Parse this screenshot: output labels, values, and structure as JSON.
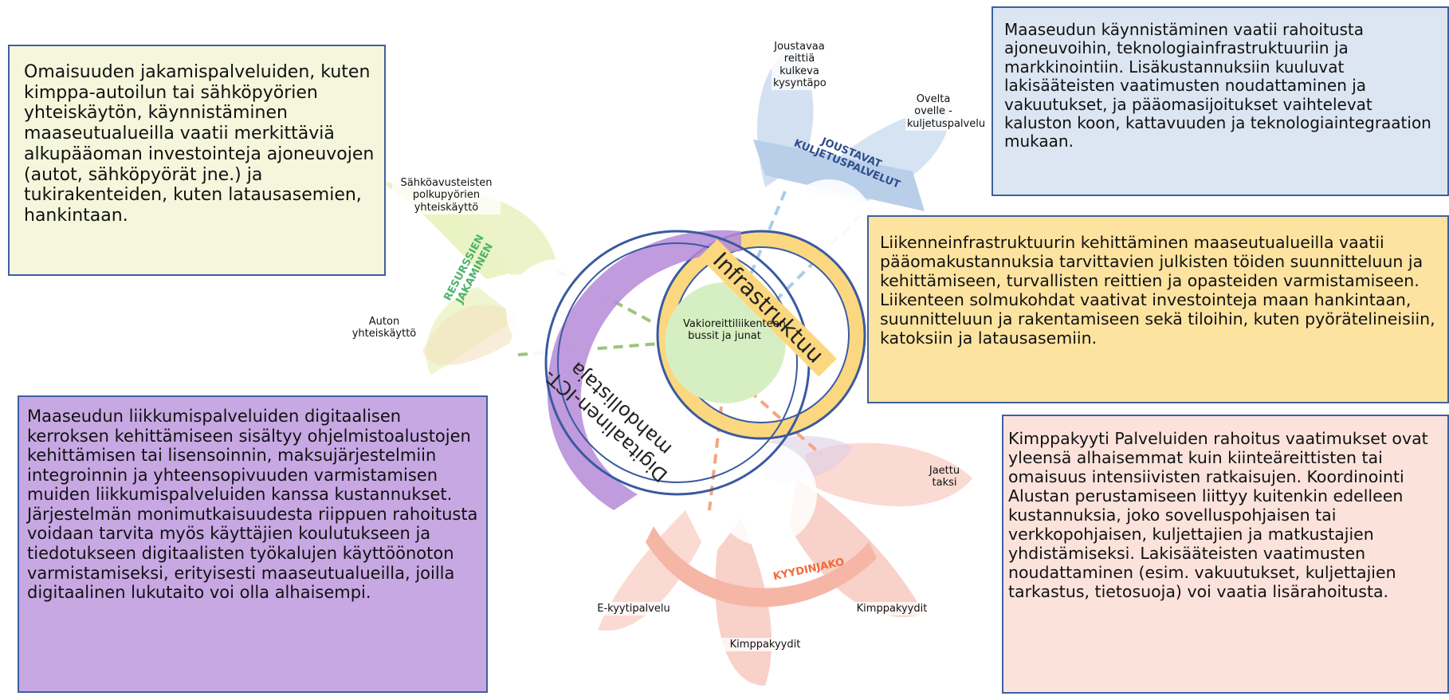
{
  "boxes": {
    "asset_sharing": "Omaisuuden jakamispalveluiden, kuten kimppa-autoilun tai sähköpyörien yhteiskäytön, käynnistäminen maaseutualueilla vaatii merkittäviä alkupääoman investointeja ajoneuvojen (autot, sähköpyörät jne.) ja tukirakenteiden, kuten latausasemien, hankintaan.",
    "flexible_transport": "Maaseudun käynnistäminen vaatii rahoitusta ajoneuvoihin, teknologiainfrastruktuuriin ja markkinointiin. Lisäkustannuksiin kuuluvat lakisääteisten vaatimusten noudattaminen ja vakuutukset, ja pääomasijoitukset vaihtelevat kaluston koon, kattavuuden ja teknologiaintegraation mukaan.",
    "infrastructure": "Liikenneinfrastruktuurin kehittäminen maaseutualueilla vaatii pääomakustannuksia tarvittavien julkisten töiden suunnitteluun ja kehittämiseen, turvallisten reittien ja opasteiden varmistamiseen. Liikenteen solmukohdat vaativat investointeja maan hankintaan, suunnitteluun ja rakentamiseen sekä tiloihin, kuten pyörätelineisiin, katoksiin ja latausasemiin.",
    "digital": "Maaseudun liikkumispalveluiden digitaalisen kerroksen kehittämiseen sisältyy ohjelmistoalustojen kehittämisen tai lisensoinnin, maksujärjestelmiin integroinnin ja yhteensopivuuden varmistamisen muiden liikkumispalveluiden kanssa kustannukset. Järjestelmän monimutkaisuudesta riippuen rahoitusta voidaan tarvita myös käyttäjien koulutukseen ja tiedotukseen digitaalisten työkalujen käyttöönoton varmistamiseksi, erityisesti maaseutualueilla, joilla digitaalinen lukutaito voi olla alhaisempi.",
    "ridesharing": "Kimppakyyti Palveluiden rahoitus vaatimukset ovat yleensä alhaisemmat kuin kiinteäreittisten tai omaisuus intensiivisten ratkaisujen. Koordinointi Alustan perustamiseen liittyy kuitenkin edelleen kustannuksia, joko sovelluspohjaisen tai verkkopohjaisen, kuljettajien ja matkustajien yhdistämiseksi. Lakisääteisten vaatimusten noudattaminen (esim. vakuutukset, kuljettajien tarkastus, tietosuoja) voi vaatia lisärahoitusta."
  },
  "center": {
    "label": "Vakioreittiliikenteen bussit ja junat"
  },
  "rings": {
    "infrastructure": "Infrastruktuu",
    "digital": "Digitaalinen-ICT-mahdollistaja"
  },
  "clusters": {
    "resource_sharing": "RESURSSIEN JAKAMINEN",
    "flexible": "JOUSTAVAT KULJETUSPALVELUT",
    "ridesharing": "KYYDINJAKO"
  },
  "petals": {
    "ebike": "Sähköavusteisten polkupyörien yhteiskäyttö",
    "car_sharing": "Auton yhteiskäyttö",
    "flexible_route": "Joustavaa reittiä kulkeva kysyntäpo",
    "door_to_door": "Ovelta ovelle -kuljetuspalvelu",
    "shared_taxi": "Jaettu taksi",
    "e_ride": "E-kyytipalvelu",
    "carpool_bottom": "Kimppakyydit",
    "carpool_right": "Kimppakyydit"
  },
  "colors": {
    "asset_box": "#f5f7dc",
    "flexible_box": "#dce6f2",
    "infra_box": "#fde3a0",
    "digital_box": "#c7a8e3",
    "ride_box": "#fbe3dc",
    "border": "#3f5fa0",
    "green_petal": "#e4efb0",
    "blue_petal": "#b8cfe8",
    "red_petal": "#f5b5a8",
    "center_green": "#d6efc2",
    "ring_blue": "#3a5aa0",
    "ring_yellow": "#fbd77f",
    "ring_purple": "#b58ad8"
  }
}
